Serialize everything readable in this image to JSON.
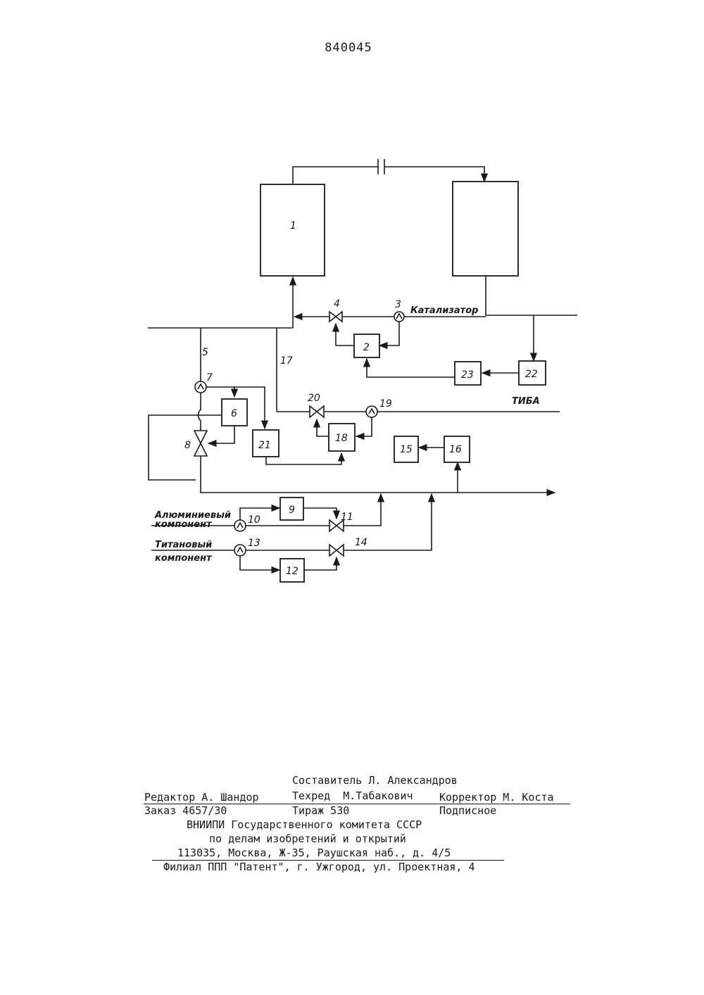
{
  "document_number": "840045",
  "diagram": {
    "units": [
      {
        "id": "u1",
        "label": "1"
      },
      {
        "id": "u2",
        "label": "2"
      },
      {
        "id": "u6",
        "label": "6"
      },
      {
        "id": "u9",
        "label": "9"
      },
      {
        "id": "u12",
        "label": "12"
      },
      {
        "id": "u15",
        "label": "15"
      },
      {
        "id": "u16",
        "label": "16"
      },
      {
        "id": "u18",
        "label": "18"
      },
      {
        "id": "u21",
        "label": "21"
      },
      {
        "id": "u22",
        "label": "22"
      },
      {
        "id": "u23",
        "label": "23"
      }
    ],
    "meters": [
      {
        "id": "m3",
        "label": "3"
      },
      {
        "id": "m7",
        "label": "7"
      },
      {
        "id": "m10",
        "label": "10"
      },
      {
        "id": "m13",
        "label": "13"
      },
      {
        "id": "m19",
        "label": "19"
      }
    ],
    "valves": [
      {
        "id": "v4",
        "label": "4"
      },
      {
        "id": "v8",
        "label": "8"
      },
      {
        "id": "v11",
        "label": "11"
      },
      {
        "id": "v14",
        "label": "14"
      },
      {
        "id": "v20",
        "label": "20"
      }
    ],
    "lines": [
      {
        "id": "l5",
        "label": "5"
      },
      {
        "id": "l17",
        "label": "17"
      }
    ],
    "streams": {
      "catalyst": "Катализатор",
      "tiba": "ТИБА",
      "aluminum_1": "Алюминиевый",
      "aluminum_2": "компонент",
      "titanium_1": "Титановый",
      "titanium_2": "компонент"
    }
  },
  "imprint": {
    "compiler": "Составитель Л. Александров",
    "editor": "Редактор А. Шандор",
    "techred": "Техред  М.Табакович",
    "corrector": "Корректор М. Коста",
    "order": "Заказ 4657/30",
    "circulation": "Тираж 530",
    "subscription": "Подписное",
    "org_1": "ВНИИПИ Государственного комитета СССР",
    "org_2": "по делам изобретений и открытий",
    "address": "113035, Москва, Ж-35, Раушская наб., д. 4/5",
    "branch": "Филиал ППП \"Патент\", г. Ужгород, ул. Проектная, 4"
  }
}
